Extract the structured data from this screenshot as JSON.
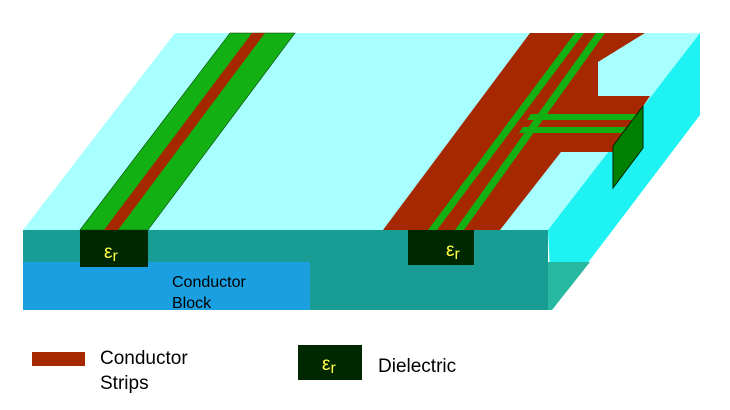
{
  "diagram": {
    "block_label_line1": "Conductor",
    "block_label_line2": "Block",
    "epsilon_symbol": "ε",
    "epsilon_subscript": "r"
  },
  "legend": {
    "conductor_line1": "Conductor",
    "conductor_line2": "Strips",
    "dielectric_label": "Dielectric"
  },
  "colors": {
    "substrate_top": "#a8ffff",
    "substrate_side": "#1ef2f2",
    "substrate_front": "#189c94",
    "conductor_block": "#1a9fe0",
    "conductor_strip": "#a52800",
    "coplanar_green": "#12b012",
    "dielectric": "#002800",
    "epsilon_text": "#ffff40"
  }
}
